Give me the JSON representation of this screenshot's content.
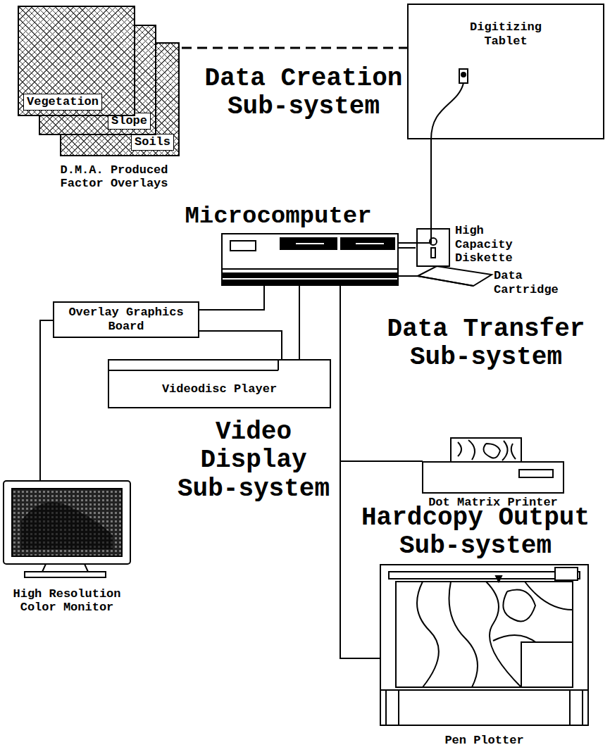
{
  "diagram": {
    "nodes": [
      {
        "text": [
          "Vegetation"
        ]
      },
      {
        "text": [
          "Slope"
        ]
      },
      {
        "text": [
          "Soils"
        ]
      },
      {
        "text": [
          "Digitizing Tablet"
        ]
      },
      {
        "text": [
          "Microcomputer"
        ]
      },
      {
        "text": [
          "High Capacity Diskette"
        ]
      },
      {
        "text": [
          "Data Cartridge"
        ]
      },
      {
        "text": [
          "Overlay Graphics Board"
        ]
      },
      {
        "text": [
          "Videodisc Player"
        ]
      },
      {
        "text": [
          "High Resolution Color Monitor"
        ]
      },
      {
        "text": [
          "Dot Matrix Printer"
        ]
      },
      {
        "text": [
          "Pen Plotter"
        ]
      }
    ],
    "edges": [
      {
        "from": 0,
        "to": 3,
        "arrow": "none"
      },
      {
        "from": 3,
        "to": 4,
        "arrow": "none"
      },
      {
        "from": 4,
        "to": 5,
        "arrow": "none"
      },
      {
        "from": 4,
        "to": 6,
        "arrow": "none"
      },
      {
        "from": 4,
        "to": 7,
        "arrow": "none"
      },
      {
        "from": 7,
        "to": 8,
        "arrow": "none"
      },
      {
        "from": 4,
        "to": 8,
        "arrow": "none"
      },
      {
        "from": 7,
        "to": 9,
        "arrow": "none"
      },
      {
        "from": 4,
        "to": 10,
        "arrow": "none"
      },
      {
        "from": 4,
        "to": 11,
        "arrow": "none"
      }
    ],
    "labels": [
      "Data Creation Sub-system",
      "D.M.A. Produced Factor Overlays",
      "Data Transfer Sub-system",
      "Video Display Sub-system",
      "Hardcopy Output Sub-system"
    ]
  }
}
